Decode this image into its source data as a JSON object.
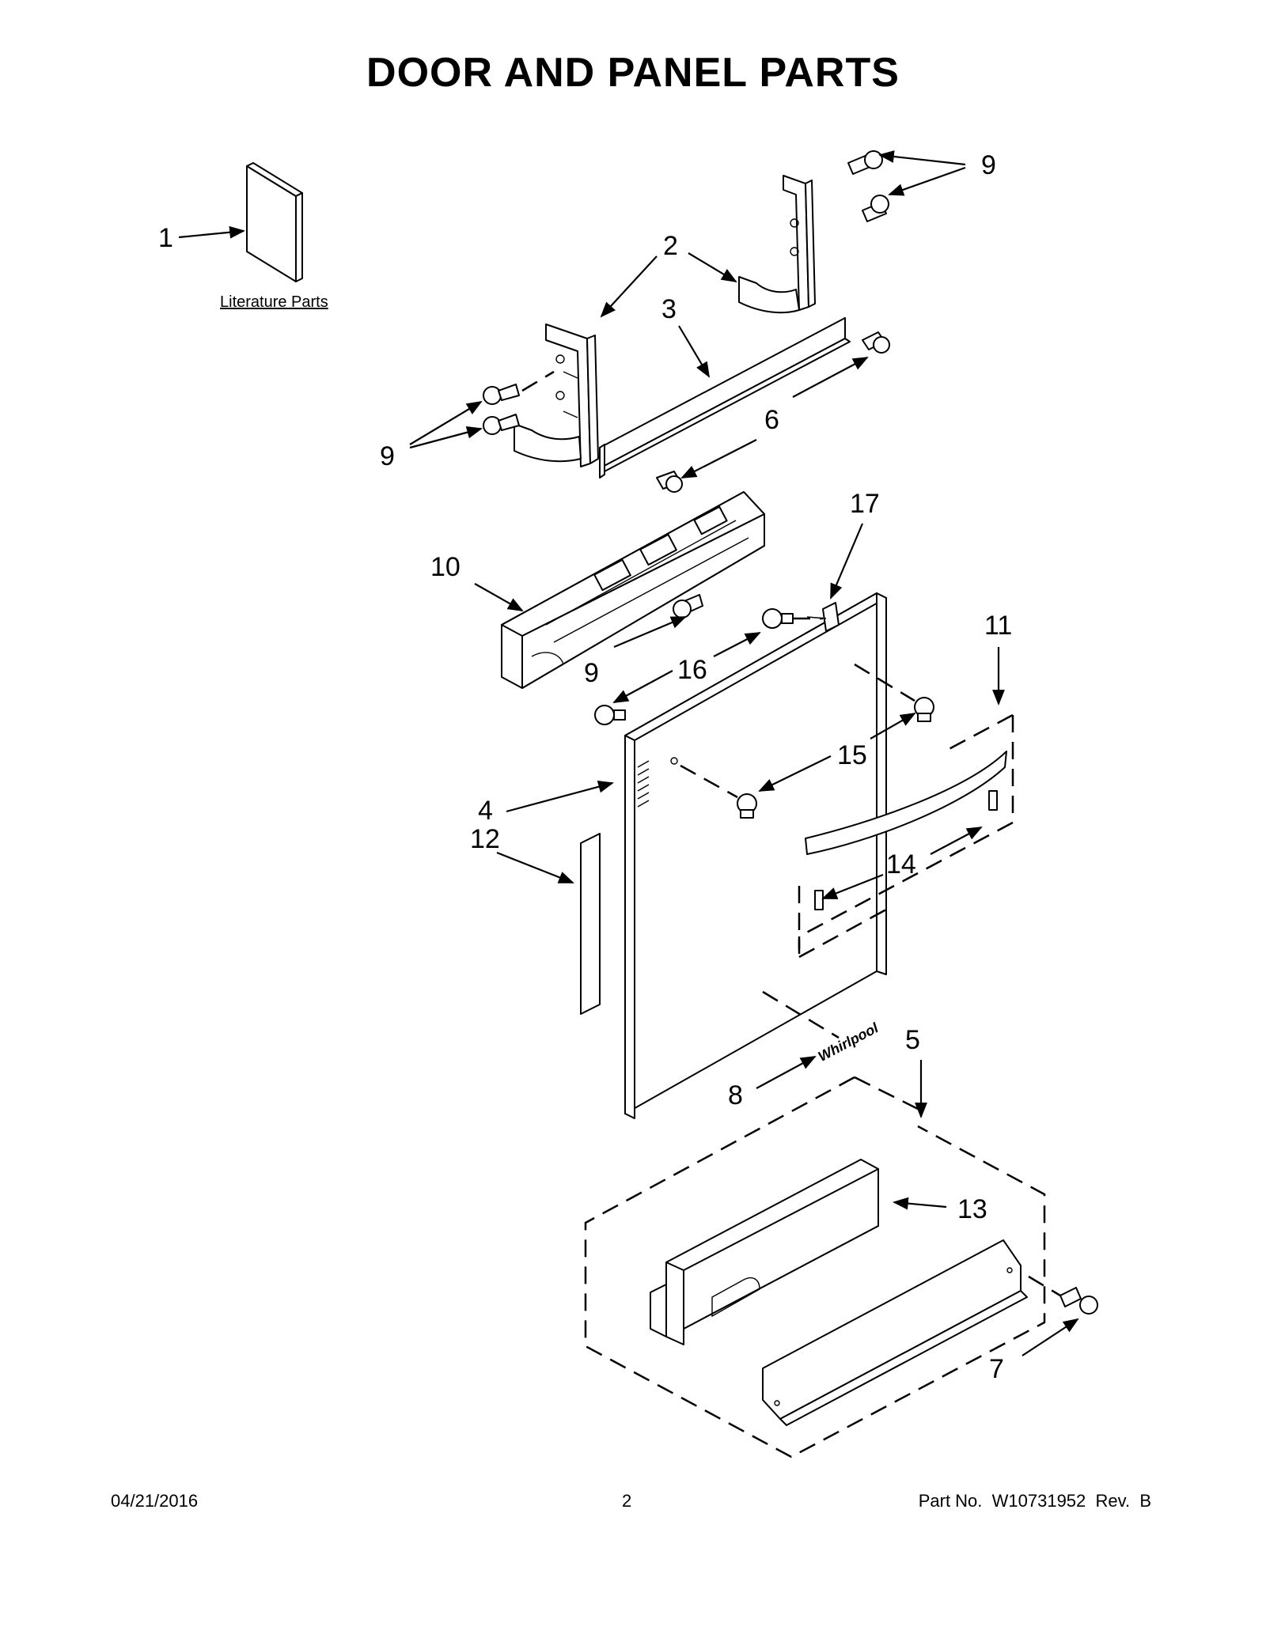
{
  "title": "DOOR AND PANEL PARTS",
  "literature_label": "Literature Parts",
  "logo_text": "Whirlpool",
  "callouts": {
    "c1": "1",
    "c2": "2",
    "c3": "3",
    "c4": "4",
    "c5": "5",
    "c6": "6",
    "c7": "7",
    "c8": "8",
    "c9a": "9",
    "c9b": "9",
    "c9c": "9",
    "c10": "10",
    "c11": "11",
    "c12": "12",
    "c13": "13",
    "c14": "14",
    "c15": "15",
    "c16": "16",
    "c17": "17"
  },
  "footer": {
    "date": "04/21/2016",
    "page": "2",
    "part": "Part No.  W10731952  Rev.  B"
  }
}
